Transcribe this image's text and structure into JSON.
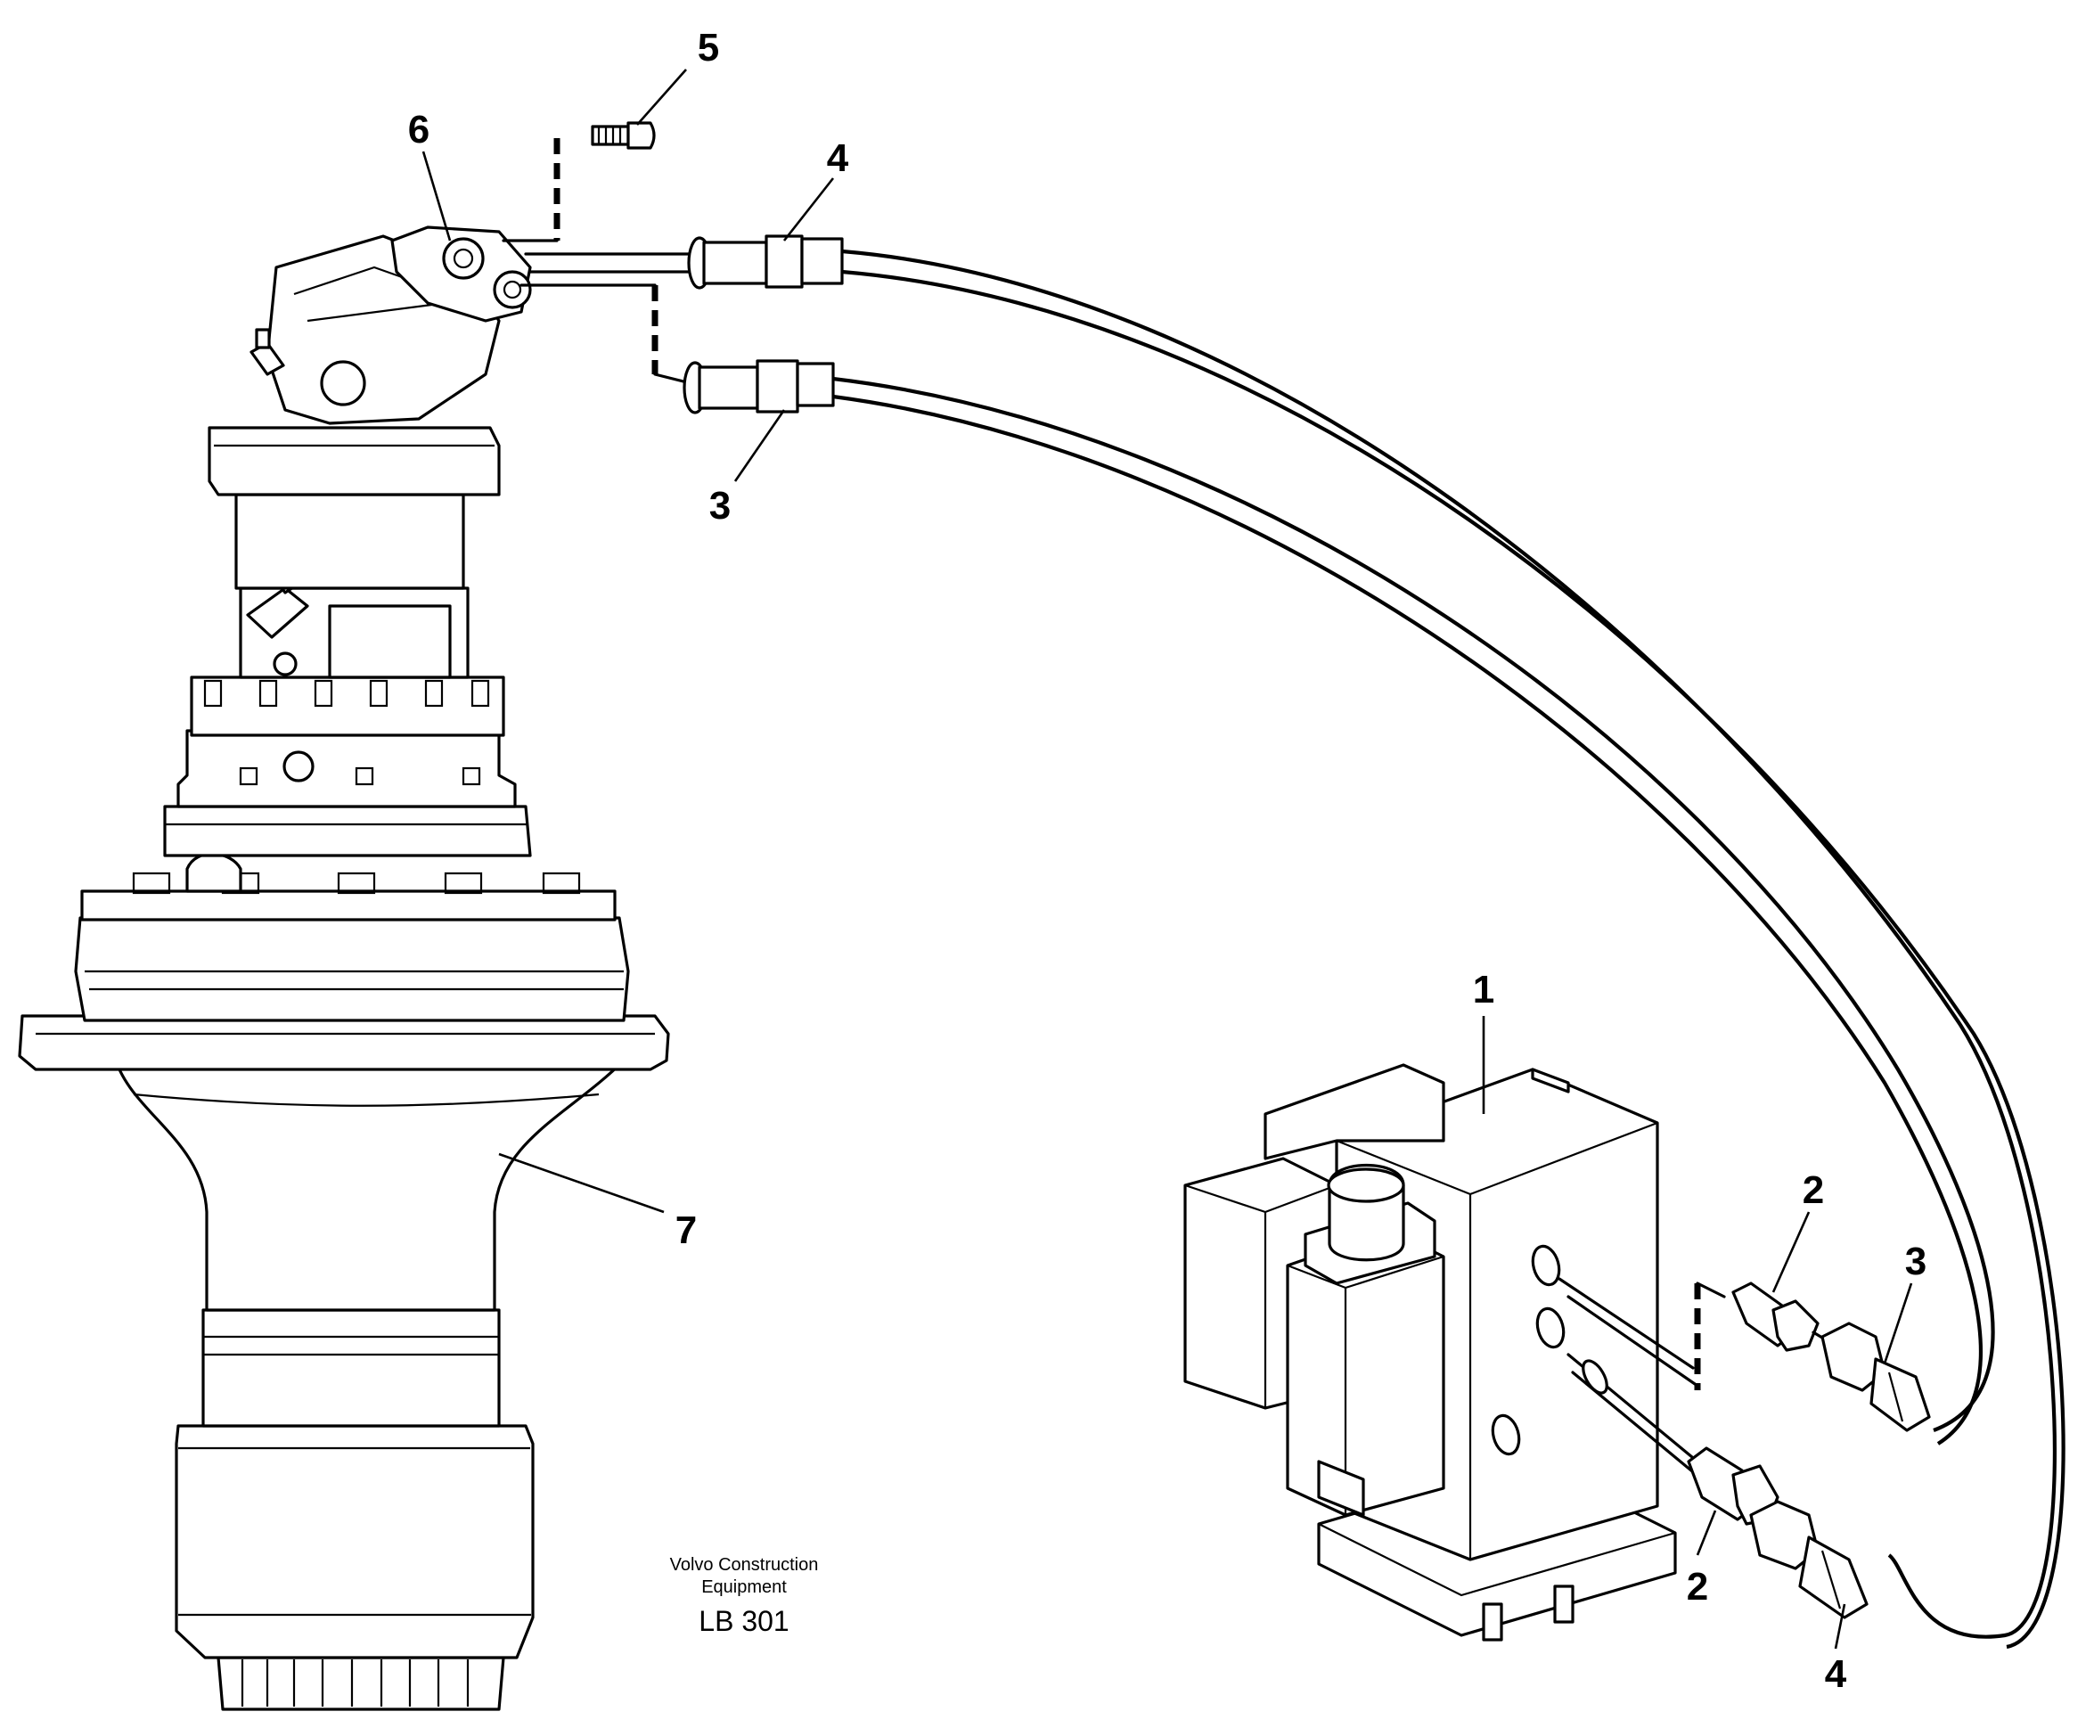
{
  "callouts": {
    "c1": "1",
    "c2a": "2",
    "c2b": "2",
    "c3a": "3",
    "c3b": "3",
    "c4a": "4",
    "c4b": "4",
    "c5": "5",
    "c6": "6",
    "c7": "7"
  },
  "credit": {
    "line1": "Volvo Construction",
    "line2": "Equipment",
    "code": "LB 301"
  }
}
